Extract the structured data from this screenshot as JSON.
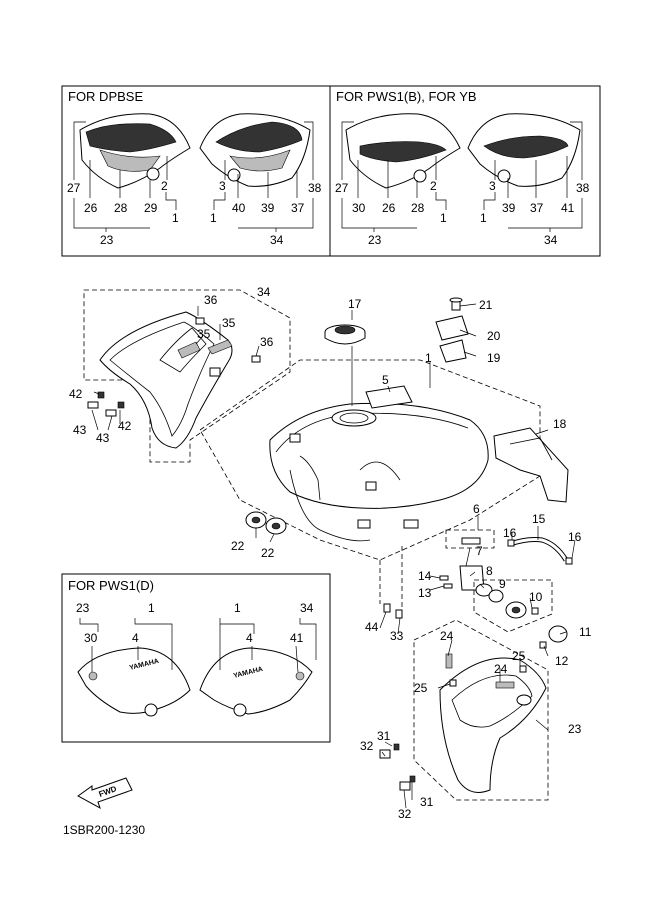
{
  "headers": {
    "dpbse": "FOR DPBSE",
    "pws1b_yb": "FOR PWS1(B), FOR YB",
    "pws1d": "FOR PWS1(D)"
  },
  "fwd_label": "FWD",
  "brand_mark": "YAMAHA",
  "diagram_code": "1SBR200-1230",
  "callouts": {
    "dpbse": [
      "27",
      "26",
      "28",
      "29",
      "2",
      "1",
      "23",
      "3",
      "1",
      "40",
      "39",
      "37",
      "38",
      "34"
    ],
    "pws1b_yb": [
      "27",
      "30",
      "26",
      "28",
      "2",
      "1",
      "23",
      "3",
      "1",
      "39",
      "37",
      "41",
      "38",
      "34"
    ],
    "main": [
      "34",
      "36",
      "35",
      "35",
      "36",
      "42",
      "43",
      "42",
      "43",
      "17",
      "21",
      "20",
      "19",
      "1",
      "5",
      "18",
      "6",
      "7",
      "16",
      "15",
      "16",
      "8",
      "9",
      "14",
      "13",
      "10",
      "11",
      "44",
      "33",
      "12",
      "24",
      "25",
      "24",
      "25",
      "23",
      "22",
      "22",
      "31",
      "32",
      "31",
      "32"
    ],
    "pws1d": [
      "23",
      "1",
      "30",
      "4",
      "1",
      "4",
      "34",
      "41"
    ]
  }
}
